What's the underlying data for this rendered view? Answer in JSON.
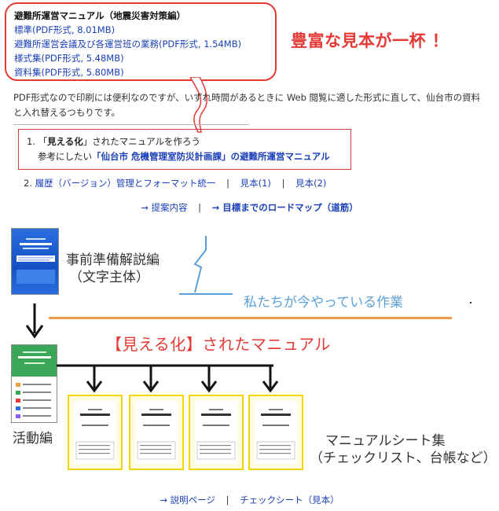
{
  "callout": {
    "heading": "避難所運営マニュアル（地震災害対策編）",
    "links": [
      "標準(PDF形式, 8.01MB)",
      "避難所運営会議及び各運営班の業務(PDF形式, 1.54MB)",
      "様式集(PDF形式, 5.48MB)",
      "資料集(PDF形式, 5.80MB)"
    ]
  },
  "headline": "豊富な見本が一杯 ！",
  "description": "PDF形式なので印刷には便利なのですが、いずれ時間があるときに Web 閲覧に適した形式に直して、仙台市の資料と入れ替えるつもりです。",
  "list": {
    "item1_num": "1.",
    "item1_q_open": "「",
    "item1_bold": "見える化",
    "item1_rest": "」されたマニュアルを作ろう",
    "item1_sub_prefix": "参考にしたい",
    "item1_sub_link": "「仙台市 危機管理室防災計画課」の避難所運営マニュアル",
    "item2_num": "2.",
    "item2_link": "履歴（バージョン）管理とフォーマット統一",
    "item2_sample1": "見本(1)",
    "item2_sample2": "見本(2)",
    "sep": "|"
  },
  "nav": {
    "proposal": "→ 提案内容",
    "roadmap": "→ 目標までのロードマップ（道筋）",
    "sep": "|"
  },
  "diagram": {
    "label_prep_line1": "事前準備解説編",
    "label_prep_line2": "（文字主体）",
    "label_activity": "活動編",
    "label_now": "私たちが今やっている作業",
    "label_mieru": "【見える化】されたマニュアル",
    "label_sheets_line1": "マニュアルシート集",
    "label_sheets_line2": "（チェックリスト、台帳など）"
  },
  "footer": {
    "explain": "→ 説明ページ",
    "checksheet": "チェックシート（見本）",
    "sep": "|"
  },
  "colors": {
    "accent_red": "#e53935",
    "link_blue": "#1a3fb8",
    "orange": "#f29a4c",
    "sky": "#5aa0d8",
    "sheet_yellow": "#f5d400"
  }
}
